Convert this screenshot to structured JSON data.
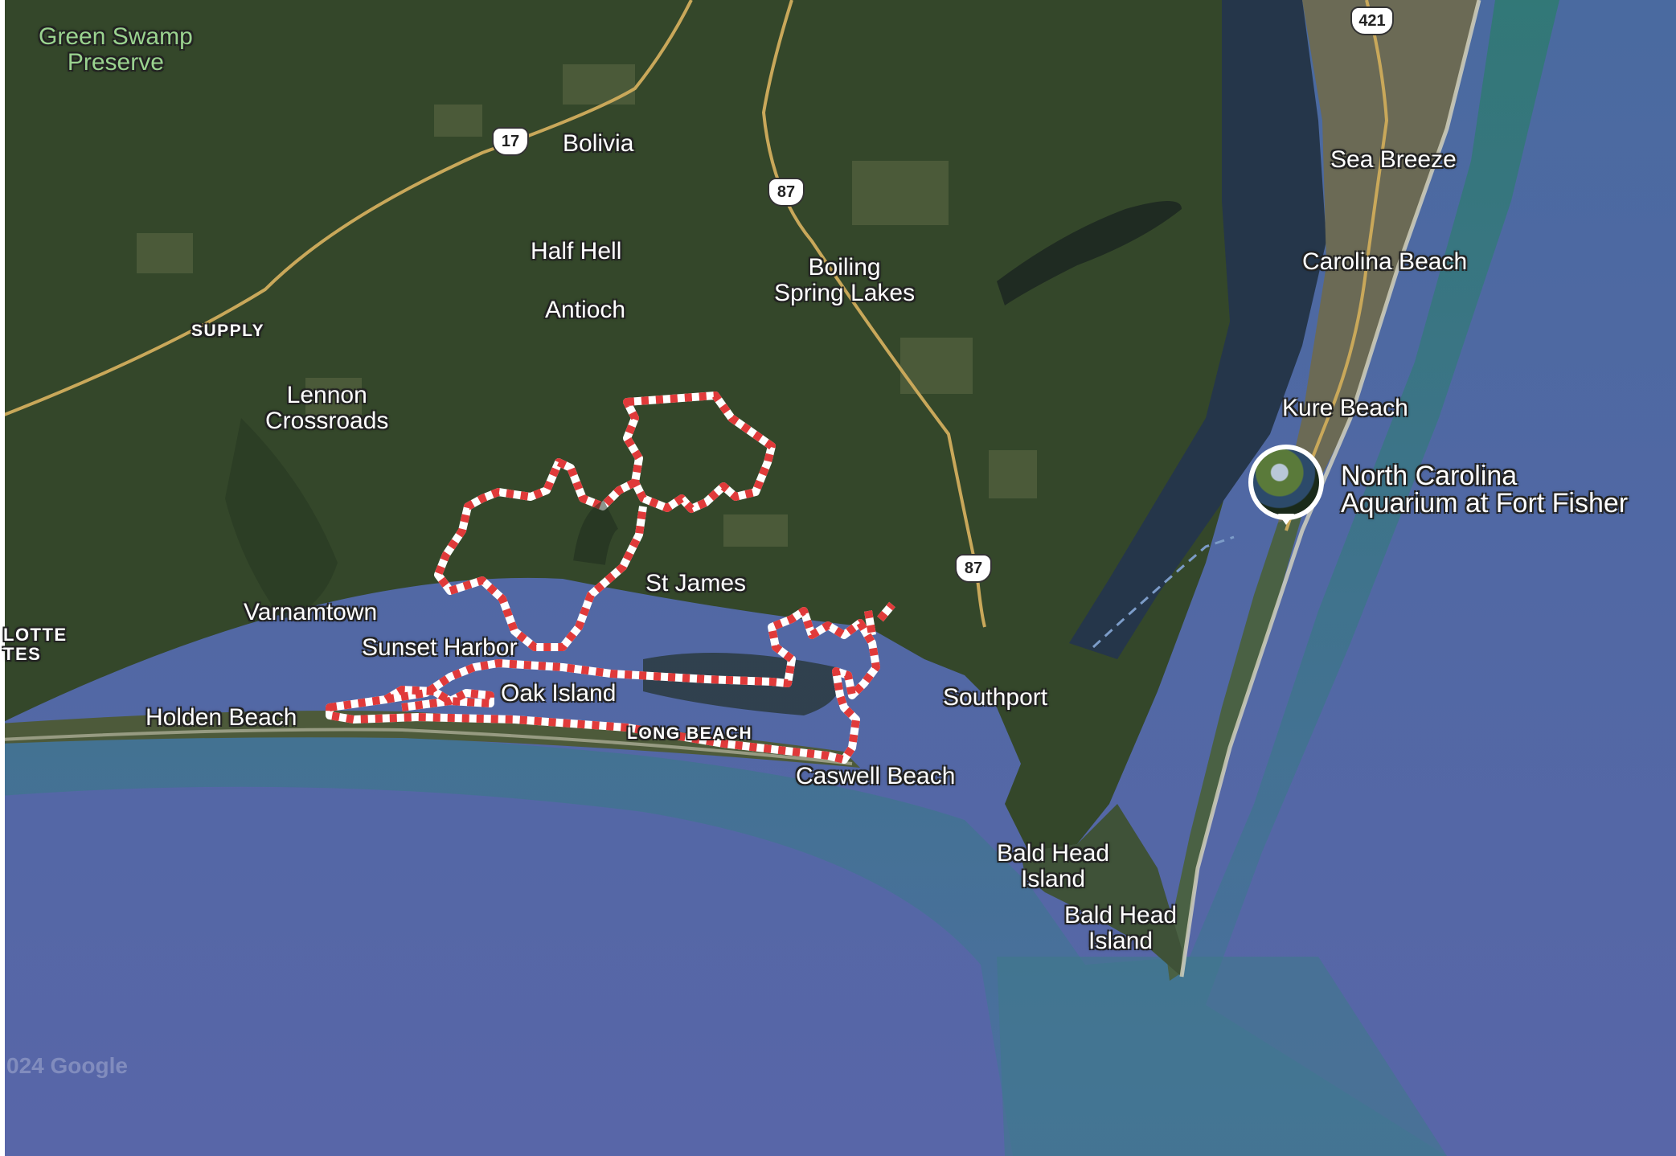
{
  "map": {
    "copyright": "024 Google",
    "colors": {
      "ocean": "#5a6aa8",
      "land": "#34472a",
      "route": "#e03a3a",
      "highway": "#c9a85a"
    }
  },
  "labels": {
    "green_swamp": [
      "Green Swamp",
      "Preserve"
    ],
    "bolivia": "Bolivia",
    "half_hell": "Half Hell",
    "antioch": "Antioch",
    "boiling_spring": [
      "Boiling",
      "Spring Lakes"
    ],
    "supply": "SUPPLY",
    "lennon": [
      "Lennon",
      "Crossroads"
    ],
    "st_james": "St James",
    "varnamtown": "Varnamtown",
    "sunset_harbor": "Sunset Harbor",
    "oak_island": "Oak Island",
    "holden_beach": "Holden Beach",
    "long_beach": "LONG BEACH",
    "caswell_beach": "Caswell Beach",
    "southport": "Southport",
    "bald_head_1": [
      "Bald Head",
      "Island"
    ],
    "bald_head_2": [
      "Bald Head",
      "Island"
    ],
    "sea_breeze": "Sea Breeze",
    "carolina_beach": "Carolina Beach",
    "kure_beach": "Kure Beach",
    "aquarium": [
      "North Carolina",
      "Aquarium at Fort Fisher"
    ],
    "edge": [
      "LOTTE",
      "TES"
    ]
  },
  "shields": {
    "us17": "17",
    "nc87_north": "87",
    "nc87_south": "87",
    "us421": "421"
  },
  "poi": {
    "name_icon": "aquarium-photo-marker-icon"
  }
}
